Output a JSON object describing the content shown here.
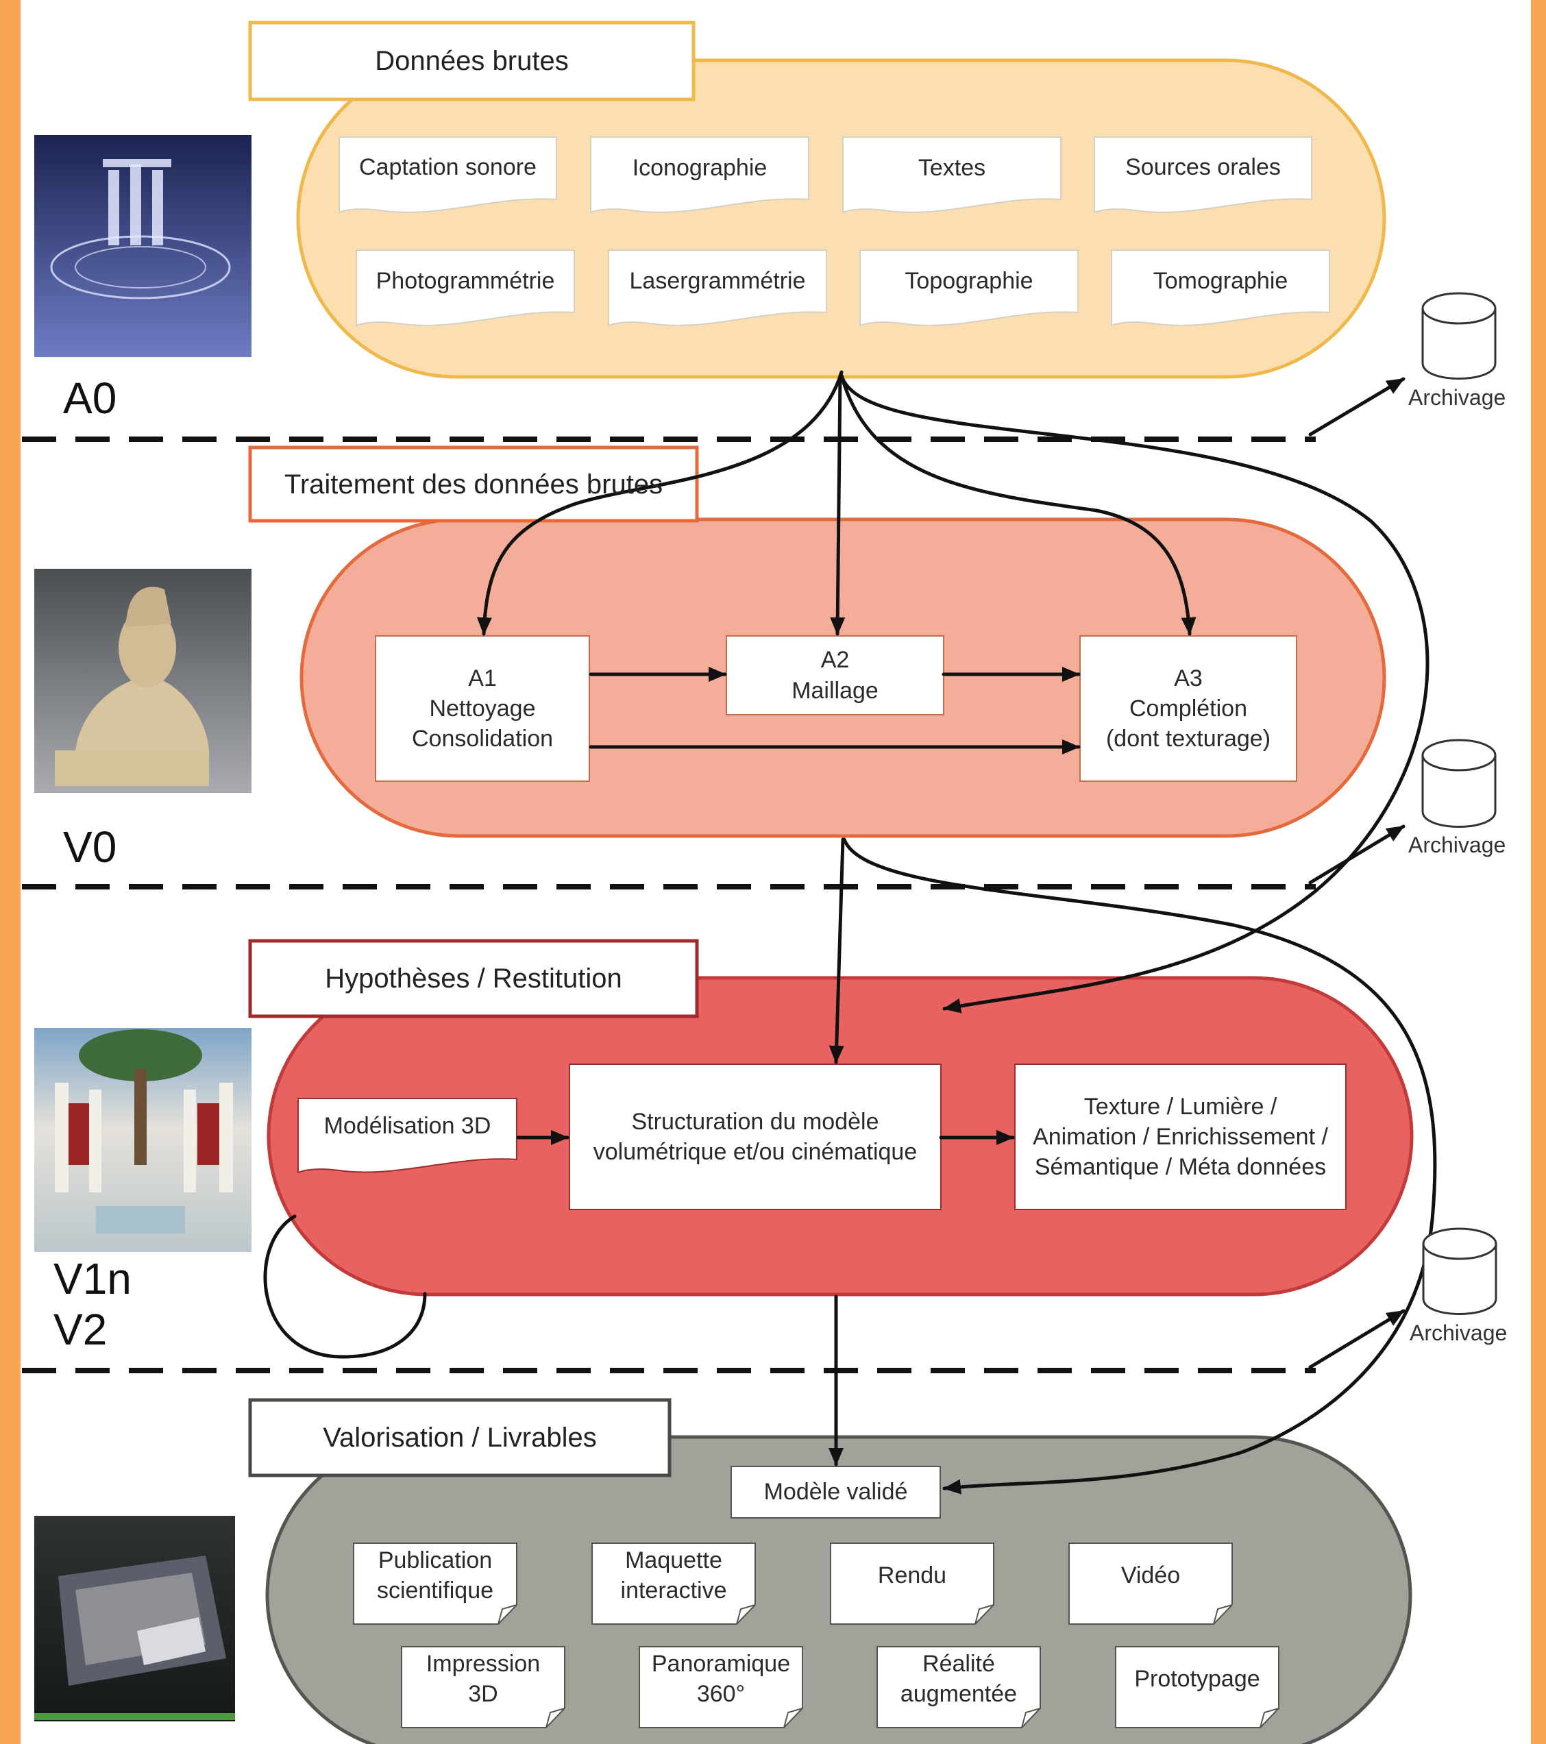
{
  "colors": {
    "frame": "#f7a552",
    "raw_band": "#fbdfb0",
    "raw_border": "#f0b84a",
    "treat_band": "#f4ad98",
    "treat_border": "#e46a3e",
    "hyp_band": "#e86262",
    "hyp_border": "#c23a3a",
    "val_band": "#a1a29a",
    "val_border": "#55554f"
  },
  "sections": {
    "raw": {
      "header": "Données brutes",
      "items": [
        "Captation sonore",
        "Iconographie",
        "Textes",
        "Sources orales",
        "Photogrammétrie",
        "Lasergrammétrie",
        "Topographie",
        "Tomographie"
      ]
    },
    "treatment": {
      "header": "Traitement des données brutes",
      "a1": "A1\nNettoyage\nConsolidation",
      "a2": "A2\nMaillage",
      "a3": "A3\nComplétion\n(dont texturage)"
    },
    "hypotheses": {
      "header": "Hypothèses / Restitution",
      "modeling": "Modélisation 3D",
      "structuring": "Structuration du modèle\nvolumétrique et/ou cinématique",
      "texture": "Texture / Lumière /\nAnimation / Enrichissement /\nSémantique / Méta données"
    },
    "valorisation": {
      "header": "Valorisation / Livrables",
      "validated": "Modèle validé",
      "deliverables": [
        "Publication\nscientifique",
        "Maquette\ninteractive",
        "Rendu",
        "Vidéo",
        "Impression\n3D",
        "Panoramique\n360°",
        "Réalité\naugmentée",
        "Prototypage"
      ]
    }
  },
  "levels": [
    "A0",
    "V0",
    "V1n\nV2"
  ],
  "archive_label": "Archivage",
  "thumbnails": [
    "temple-ruins-pointcloud",
    "bust-statue-scan",
    "courtyard-reconstruction",
    "interactive-table-model"
  ]
}
